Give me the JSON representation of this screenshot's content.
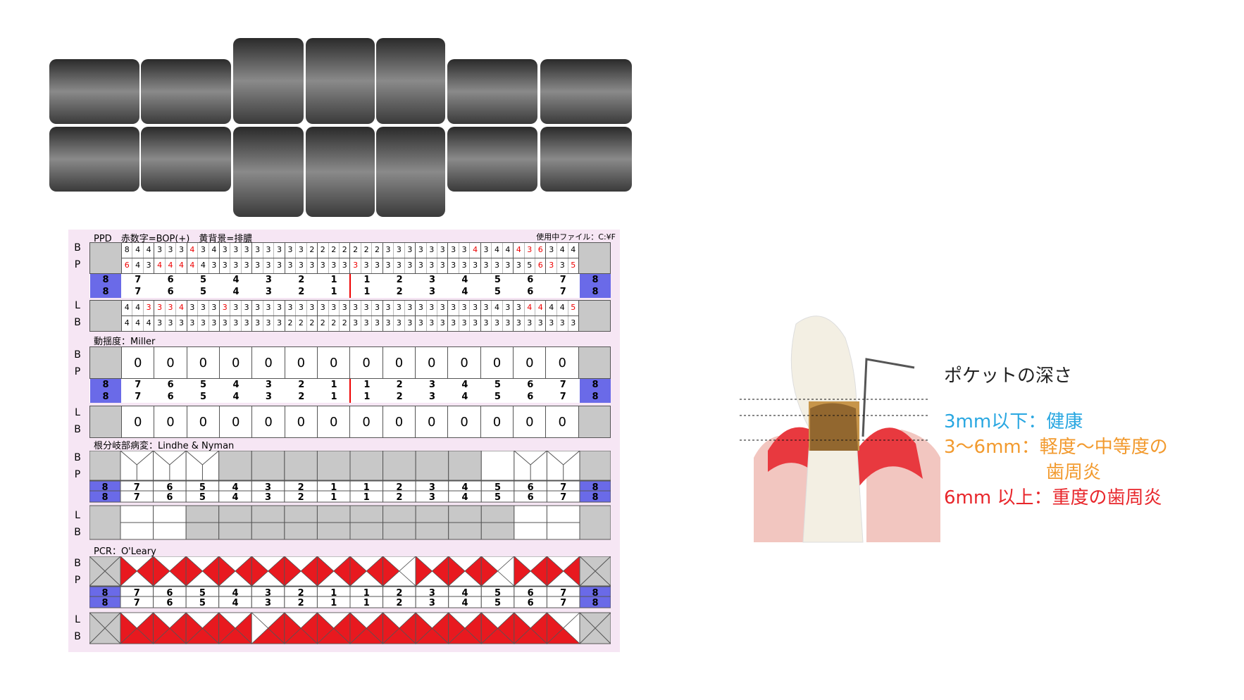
{
  "ppd": {
    "title": "PPD　赤数字=BOP(+)　黄背景=排膿",
    "file": "使用中ファイル：C:¥F",
    "side_top": [
      "B",
      "P"
    ],
    "side_bottom": [
      "L",
      "B"
    ],
    "row_b": [
      [
        "8",
        "4",
        "4"
      ],
      [
        "3",
        "3",
        "3"
      ],
      [
        "4",
        "3",
        "4"
      ],
      [
        "3",
        "3",
        "3"
      ],
      [
        "3",
        "3",
        "3"
      ],
      [
        "3",
        "3",
        "2"
      ],
      [
        "2",
        "2",
        "2"
      ],
      [
        "2",
        "2",
        "2"
      ],
      [
        "3",
        "3",
        "3"
      ],
      [
        "3",
        "3",
        "3"
      ],
      [
        "3",
        "3",
        "4"
      ],
      [
        "3",
        "4",
        "4"
      ],
      [
        "4",
        "3",
        "6"
      ],
      [
        "3",
        "4",
        "4"
      ]
    ],
    "row_b_red": [
      [],
      [],
      [
        0
      ],
      [],
      [],
      [],
      [],
      [],
      [],
      [],
      [
        2
      ],
      [],
      [
        0,
        1,
        2
      ],
      []
    ],
    "row_p": [
      [
        "6",
        "4",
        "3"
      ],
      [
        "4",
        "4",
        "4"
      ],
      [
        "4",
        "4",
        "3"
      ],
      [
        "3",
        "3",
        "3"
      ],
      [
        "3",
        "3",
        "3"
      ],
      [
        "3",
        "3",
        "3"
      ],
      [
        "3",
        "3",
        "3"
      ],
      [
        "3",
        "3",
        "3"
      ],
      [
        "3",
        "3",
        "3"
      ],
      [
        "3",
        "3",
        "3"
      ],
      [
        "3",
        "3",
        "3"
      ],
      [
        "3",
        "3",
        "3"
      ],
      [
        "3",
        "5",
        "6"
      ],
      [
        "3",
        "3",
        "5"
      ]
    ],
    "row_p_red": [
      [
        0
      ],
      [
        0,
        1,
        2
      ],
      [
        0
      ],
      [],
      [],
      [],
      [],
      [
        0
      ],
      [],
      [],
      [],
      [],
      [
        2
      ],
      [
        0,
        2
      ]
    ],
    "row_l": [
      [
        "4",
        "4",
        "3"
      ],
      [
        "3",
        "3",
        "4"
      ],
      [
        "3",
        "3",
        "3"
      ],
      [
        "3",
        "3",
        "3"
      ],
      [
        "3",
        "3",
        "3"
      ],
      [
        "3",
        "3",
        "3"
      ],
      [
        "3",
        "3",
        "3"
      ],
      [
        "3",
        "3",
        "3"
      ],
      [
        "3",
        "3",
        "3"
      ],
      [
        "3",
        "3",
        "3"
      ],
      [
        "3",
        "3",
        "3"
      ],
      [
        "3",
        "4",
        "3"
      ],
      [
        "3",
        "4",
        "4"
      ],
      [
        "4",
        "4",
        "5"
      ]
    ],
    "row_l_red": [
      [
        2
      ],
      [
        0,
        1,
        2
      ],
      [],
      [
        0
      ],
      [],
      [],
      [],
      [],
      [],
      [],
      [],
      [],
      [
        1,
        2
      ],
      [
        2
      ]
    ],
    "row_lb": [
      [
        "4",
        "4",
        "4"
      ],
      [
        "3",
        "3",
        "3"
      ],
      [
        "3",
        "3",
        "3"
      ],
      [
        "3",
        "3",
        "3"
      ],
      [
        "3",
        "3",
        "3"
      ],
      [
        "2",
        "2",
        "2"
      ],
      [
        "2",
        "2",
        "2"
      ],
      [
        "3",
        "3",
        "3"
      ],
      [
        "3",
        "3",
        "3"
      ],
      [
        "3",
        "3",
        "3"
      ],
      [
        "3",
        "3",
        "3"
      ],
      [
        "3",
        "3",
        "3"
      ],
      [
        "3",
        "3",
        "3"
      ],
      [
        "3",
        "3",
        "3"
      ]
    ],
    "tooth_upper": [
      "8",
      "7",
      "6",
      "5",
      "4",
      "3",
      "2",
      "1",
      "1",
      "2",
      "3",
      "4",
      "5",
      "6",
      "7",
      "8"
    ],
    "tooth_lower": [
      "8",
      "7",
      "6",
      "5",
      "4",
      "3",
      "2",
      "1",
      "1",
      "2",
      "3",
      "4",
      "5",
      "6",
      "7",
      "8"
    ]
  },
  "mobility": {
    "title": "動揺度：Miller",
    "upper": [
      "0",
      "0",
      "0",
      "0",
      "0",
      "0",
      "0",
      "0",
      "0",
      "0",
      "0",
      "0",
      "0",
      "0"
    ],
    "lower": [
      "0",
      "0",
      "0",
      "0",
      "0",
      "0",
      "0",
      "0",
      "0",
      "0",
      "0",
      "0",
      "0",
      "0"
    ]
  },
  "furcation": {
    "title": "根分岐部病変：Lindhe & Nyman"
  },
  "pcr": {
    "title": "PCR：O'Leary"
  },
  "illustration": {
    "label_pocket": "ポケットの深さ",
    "legend": [
      {
        "text": "3mm以下：健康",
        "color": "#29a7e1"
      },
      {
        "text": "3〜6mm：軽度〜中等度の",
        "color": "#f29a2e"
      },
      {
        "text": "歯周炎",
        "color": "#f29a2e"
      },
      {
        "text": "6mm 以上：重度の歯周炎",
        "color": "#e8262b"
      }
    ]
  }
}
